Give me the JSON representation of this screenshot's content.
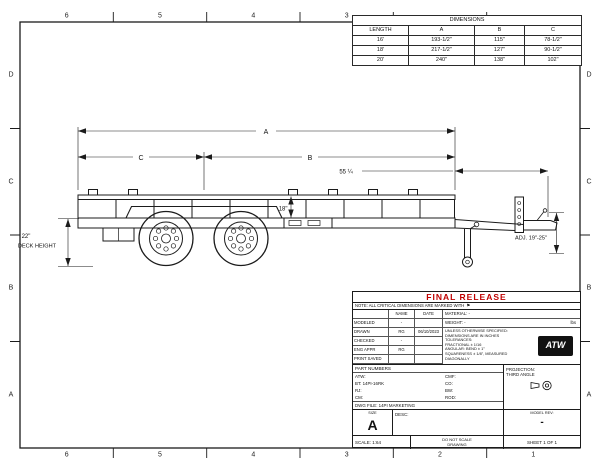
{
  "sheet": {
    "zones_top": [
      "6",
      "5",
      "4",
      "3"
    ],
    "zones_bottom": [
      "6",
      "5",
      "4",
      "3",
      "2",
      "1"
    ],
    "zones_left": [
      "D",
      "C",
      "B",
      "A"
    ],
    "zones_right": [
      "D",
      "C",
      "B",
      "A"
    ]
  },
  "dim_table": {
    "title": "DIMENSIONS",
    "col_headers": [
      "LENGTH",
      "A",
      "B",
      "C"
    ],
    "rows": [
      {
        "length": "16'",
        "a": "193-1/2\"",
        "b": "115\"",
        "c": "78-1/2\""
      },
      {
        "length": "18'",
        "a": "217-1/2\"",
        "b": "127\"",
        "c": "90-1/2\""
      },
      {
        "length": "20'",
        "a": "240\"",
        "b": "138\"",
        "c": "102\""
      }
    ]
  },
  "drawing_dims": {
    "overall_a": "A",
    "front_b": "B",
    "rear_c": "C",
    "tongue_length": "55 ¼",
    "rail_height": "18\"",
    "deck_height_value": "22\"",
    "deck_height_label": "DECK HEIGHT",
    "coupler_adjust": "ADJ. 19\"-25\""
  },
  "title_block": {
    "release_stamp": "FINAL RELEASE",
    "note": "NOTE: ALL CRITICAL DIMENSIONS ARE MARKED WITH",
    "approvals": {
      "col_name": "NAME",
      "col_date": "DATE",
      "rows": [
        {
          "label": "MODELED",
          "name": "-",
          "date": ""
        },
        {
          "label": "DRAWN",
          "name": "RG",
          "date": "06/10/2023"
        },
        {
          "label": "CHECKED",
          "name": "-",
          "date": ""
        },
        {
          "label": "ENG APPR",
          "name": "RG",
          "date": ""
        },
        {
          "label": "PRINT SAVED",
          "name": "",
          "date": ""
        }
      ]
    },
    "material_label": "MATERIAL: -",
    "weight_label": "WEIGHT: -",
    "weight_units": "lbs",
    "spec_lines": [
      "UNLESS OTHERWISE SPECIFIED:",
      "DIMENSIONS ARE IN INCHES",
      "TOLERANCES:",
      "FRACTIONAL ± 1/16",
      "ANGULAR: BEND ± 1°",
      "SQUARENESS ± 1/8\", MEASURED",
      "DIAGONALLY"
    ],
    "logo_text": "ATW",
    "part_numbers_label": "PART NUMBERS",
    "part_left": [
      "ATW:",
      "BT: 14PI-16RK",
      "RJ:",
      "CM:"
    ],
    "part_right": [
      "CMF:",
      "CO:",
      "BW:",
      "ROD:"
    ],
    "dwg_file": "DWG FILE: 14PI MARKETING",
    "projection_label": "PROJECTION:",
    "projection_value": "THIRD ANGLE",
    "size_label": "SIZE",
    "size_value": "A",
    "desc_label": "DESC:",
    "model_rev_label": "MODEL REV:",
    "model_rev_value": "-",
    "scale_label": "SCALE: 1:64",
    "do_not_scale_1": "DO NOT SCALE",
    "do_not_scale_2": "DRAWING",
    "sheet_label": "SHEET 1 OF 1"
  }
}
